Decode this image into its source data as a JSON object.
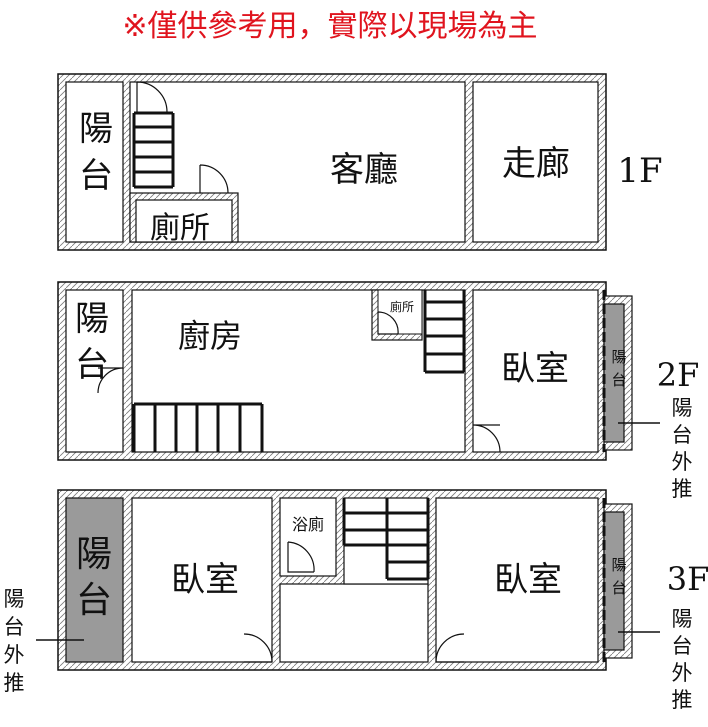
{
  "notice": "※僅供參考用，實際以現場為主",
  "floors": {
    "f1": {
      "level": "1F",
      "rooms": {
        "balcony": "陽台",
        "living": "客廳",
        "corridor": "走廊",
        "toilet": "廁所"
      }
    },
    "f2": {
      "level": "2F",
      "rooms": {
        "balcony": "陽台",
        "kitchen": "廚房",
        "toilet": "廁所",
        "bedroom": "臥室",
        "balcony_small": "陽台"
      },
      "annotation": "陽台外推"
    },
    "f3": {
      "level": "3F",
      "rooms": {
        "balcony": "陽台",
        "bedroom_left": "臥室",
        "bathroom": "浴廁",
        "bedroom_right": "臥室",
        "balcony_small": "陽台"
      },
      "annotation_left": "陽台外推",
      "annotation_right": "陽台外推"
    }
  },
  "colors": {
    "notice": "#e0141e",
    "wall": "#111111",
    "extended_balcony": "#9a9a9a",
    "watermark": "#f5e27a"
  }
}
